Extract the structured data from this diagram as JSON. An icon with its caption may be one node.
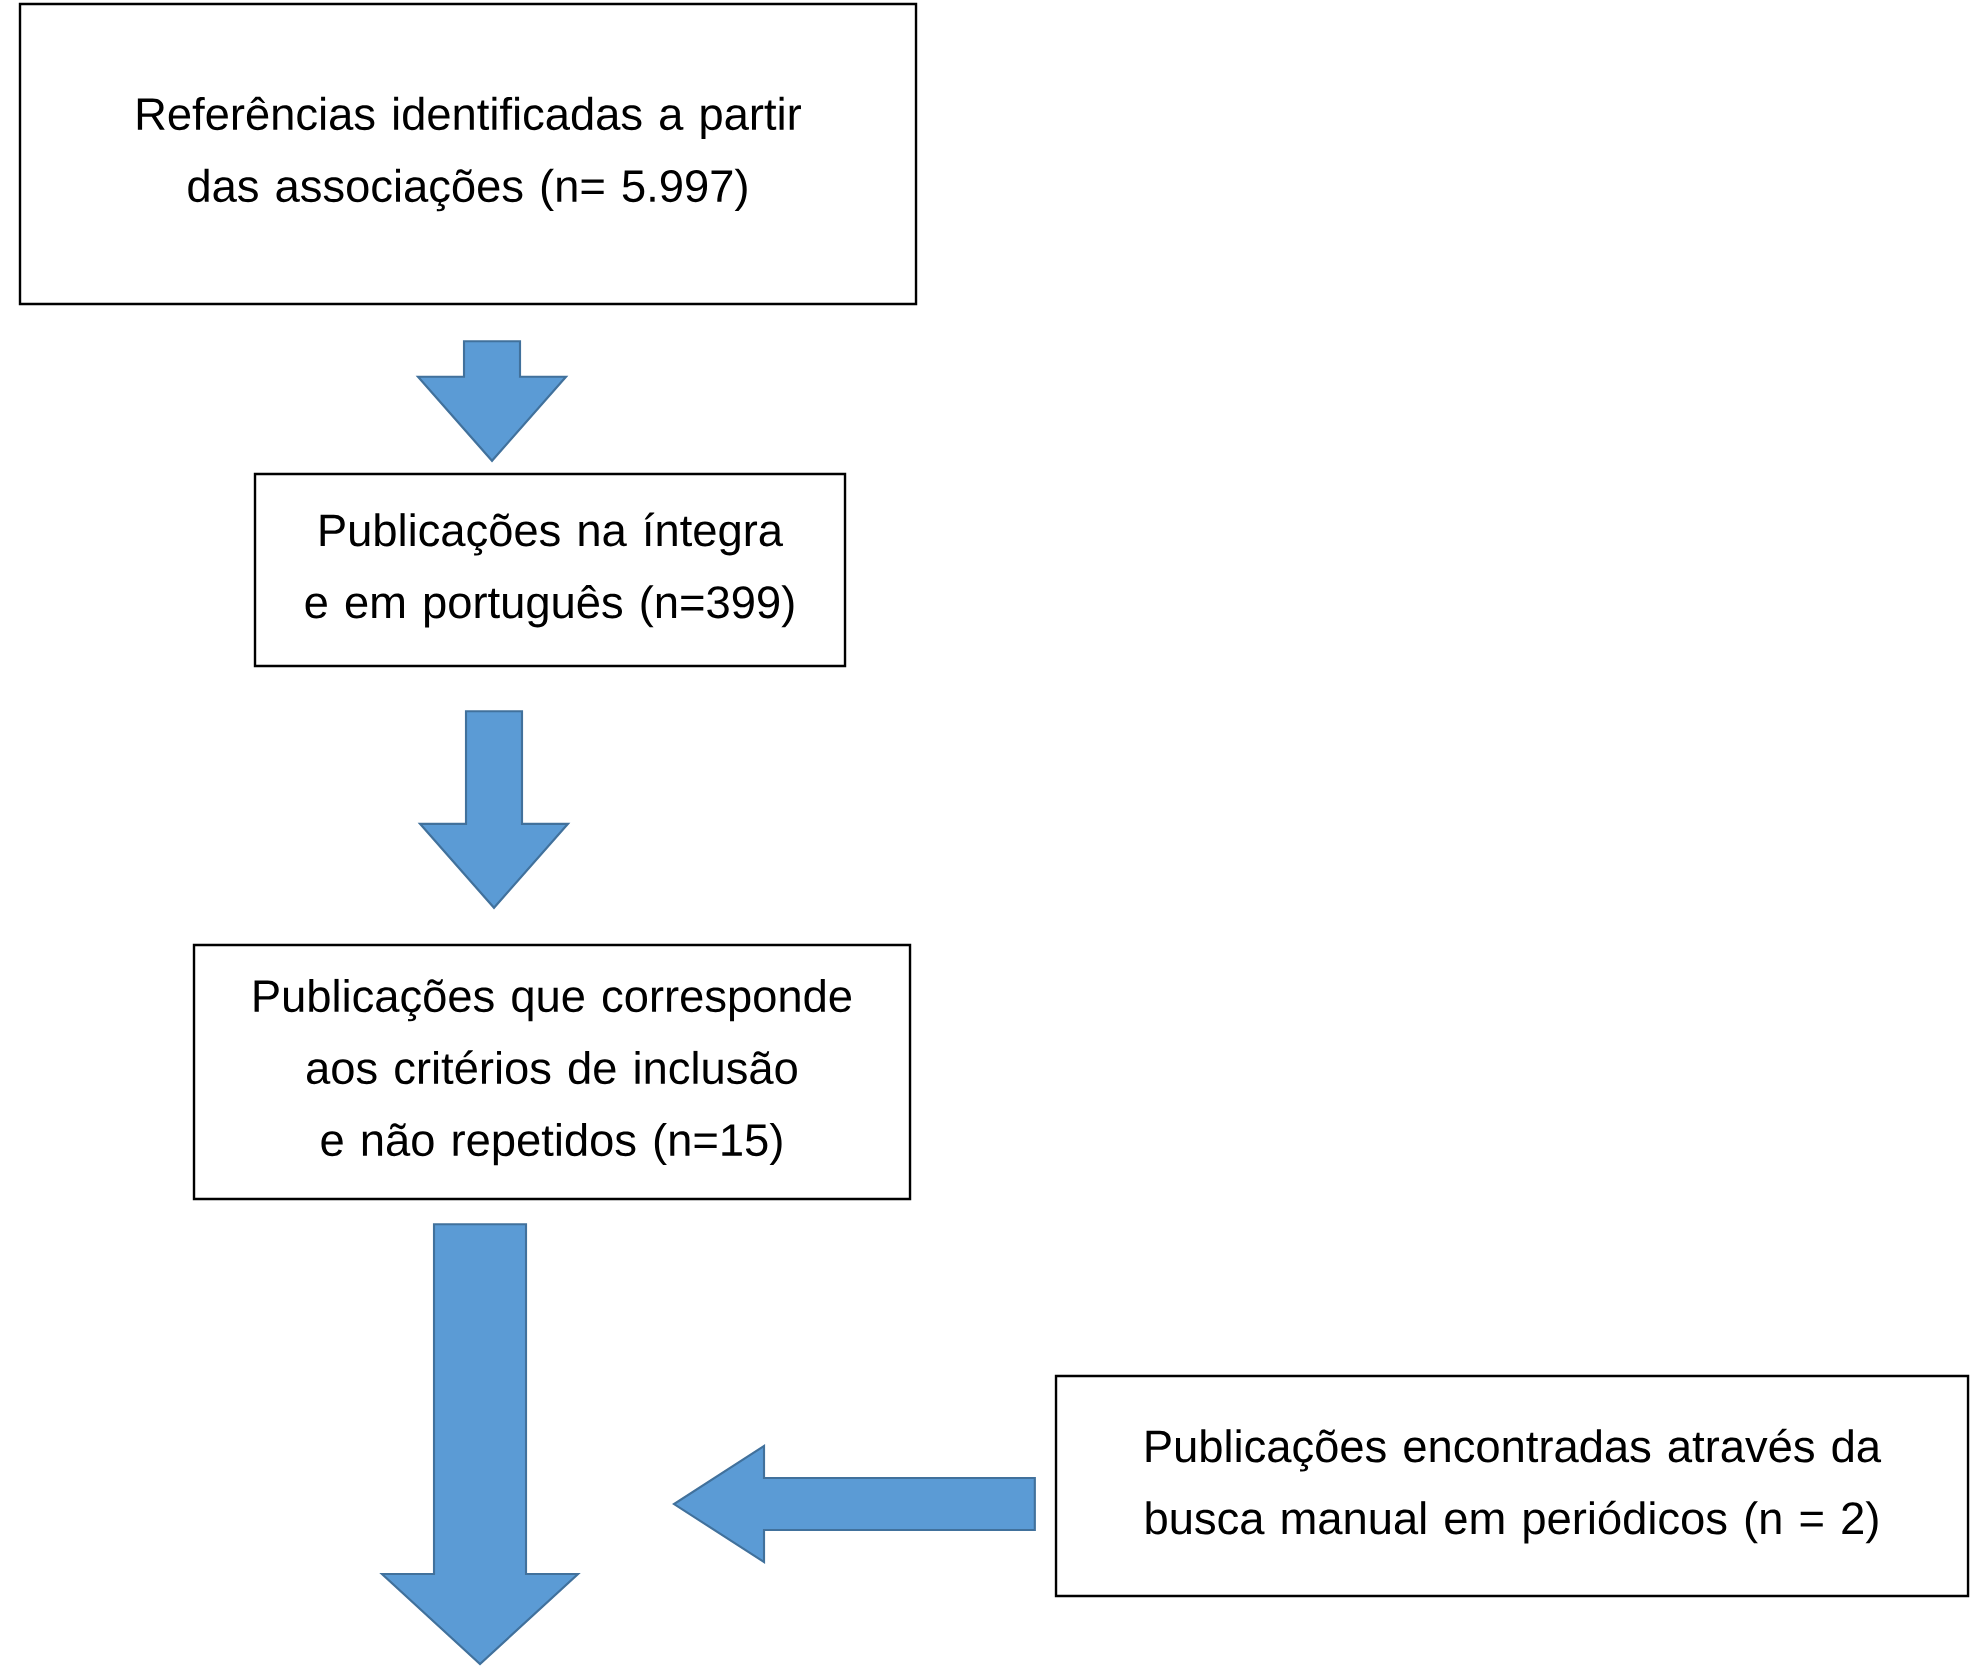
{
  "diagram": {
    "nodes": [
      {
        "text": [
          "Referências identificadas a partir das associações (n= 5.997)"
        ]
      },
      {
        "text": [
          "Publicações na íntegra e em português (n=399)"
        ]
      },
      {
        "text": [
          "Publicações que corresponde aos critérios de inclusão e não repetidos (n=15)"
        ]
      },
      {
        "text": [
          "Publicações encontradas através da busca manual em periódicos (n = 2)"
        ]
      }
    ],
    "edges": [
      {
        "from": 0,
        "to": 1,
        "arrow": "to"
      },
      {
        "from": 1,
        "to": 2,
        "arrow": "to"
      },
      {
        "from": 2,
        "to": null,
        "arrow": "to"
      },
      {
        "from": 3,
        "to": null,
        "arrow": "to"
      }
    ]
  }
}
